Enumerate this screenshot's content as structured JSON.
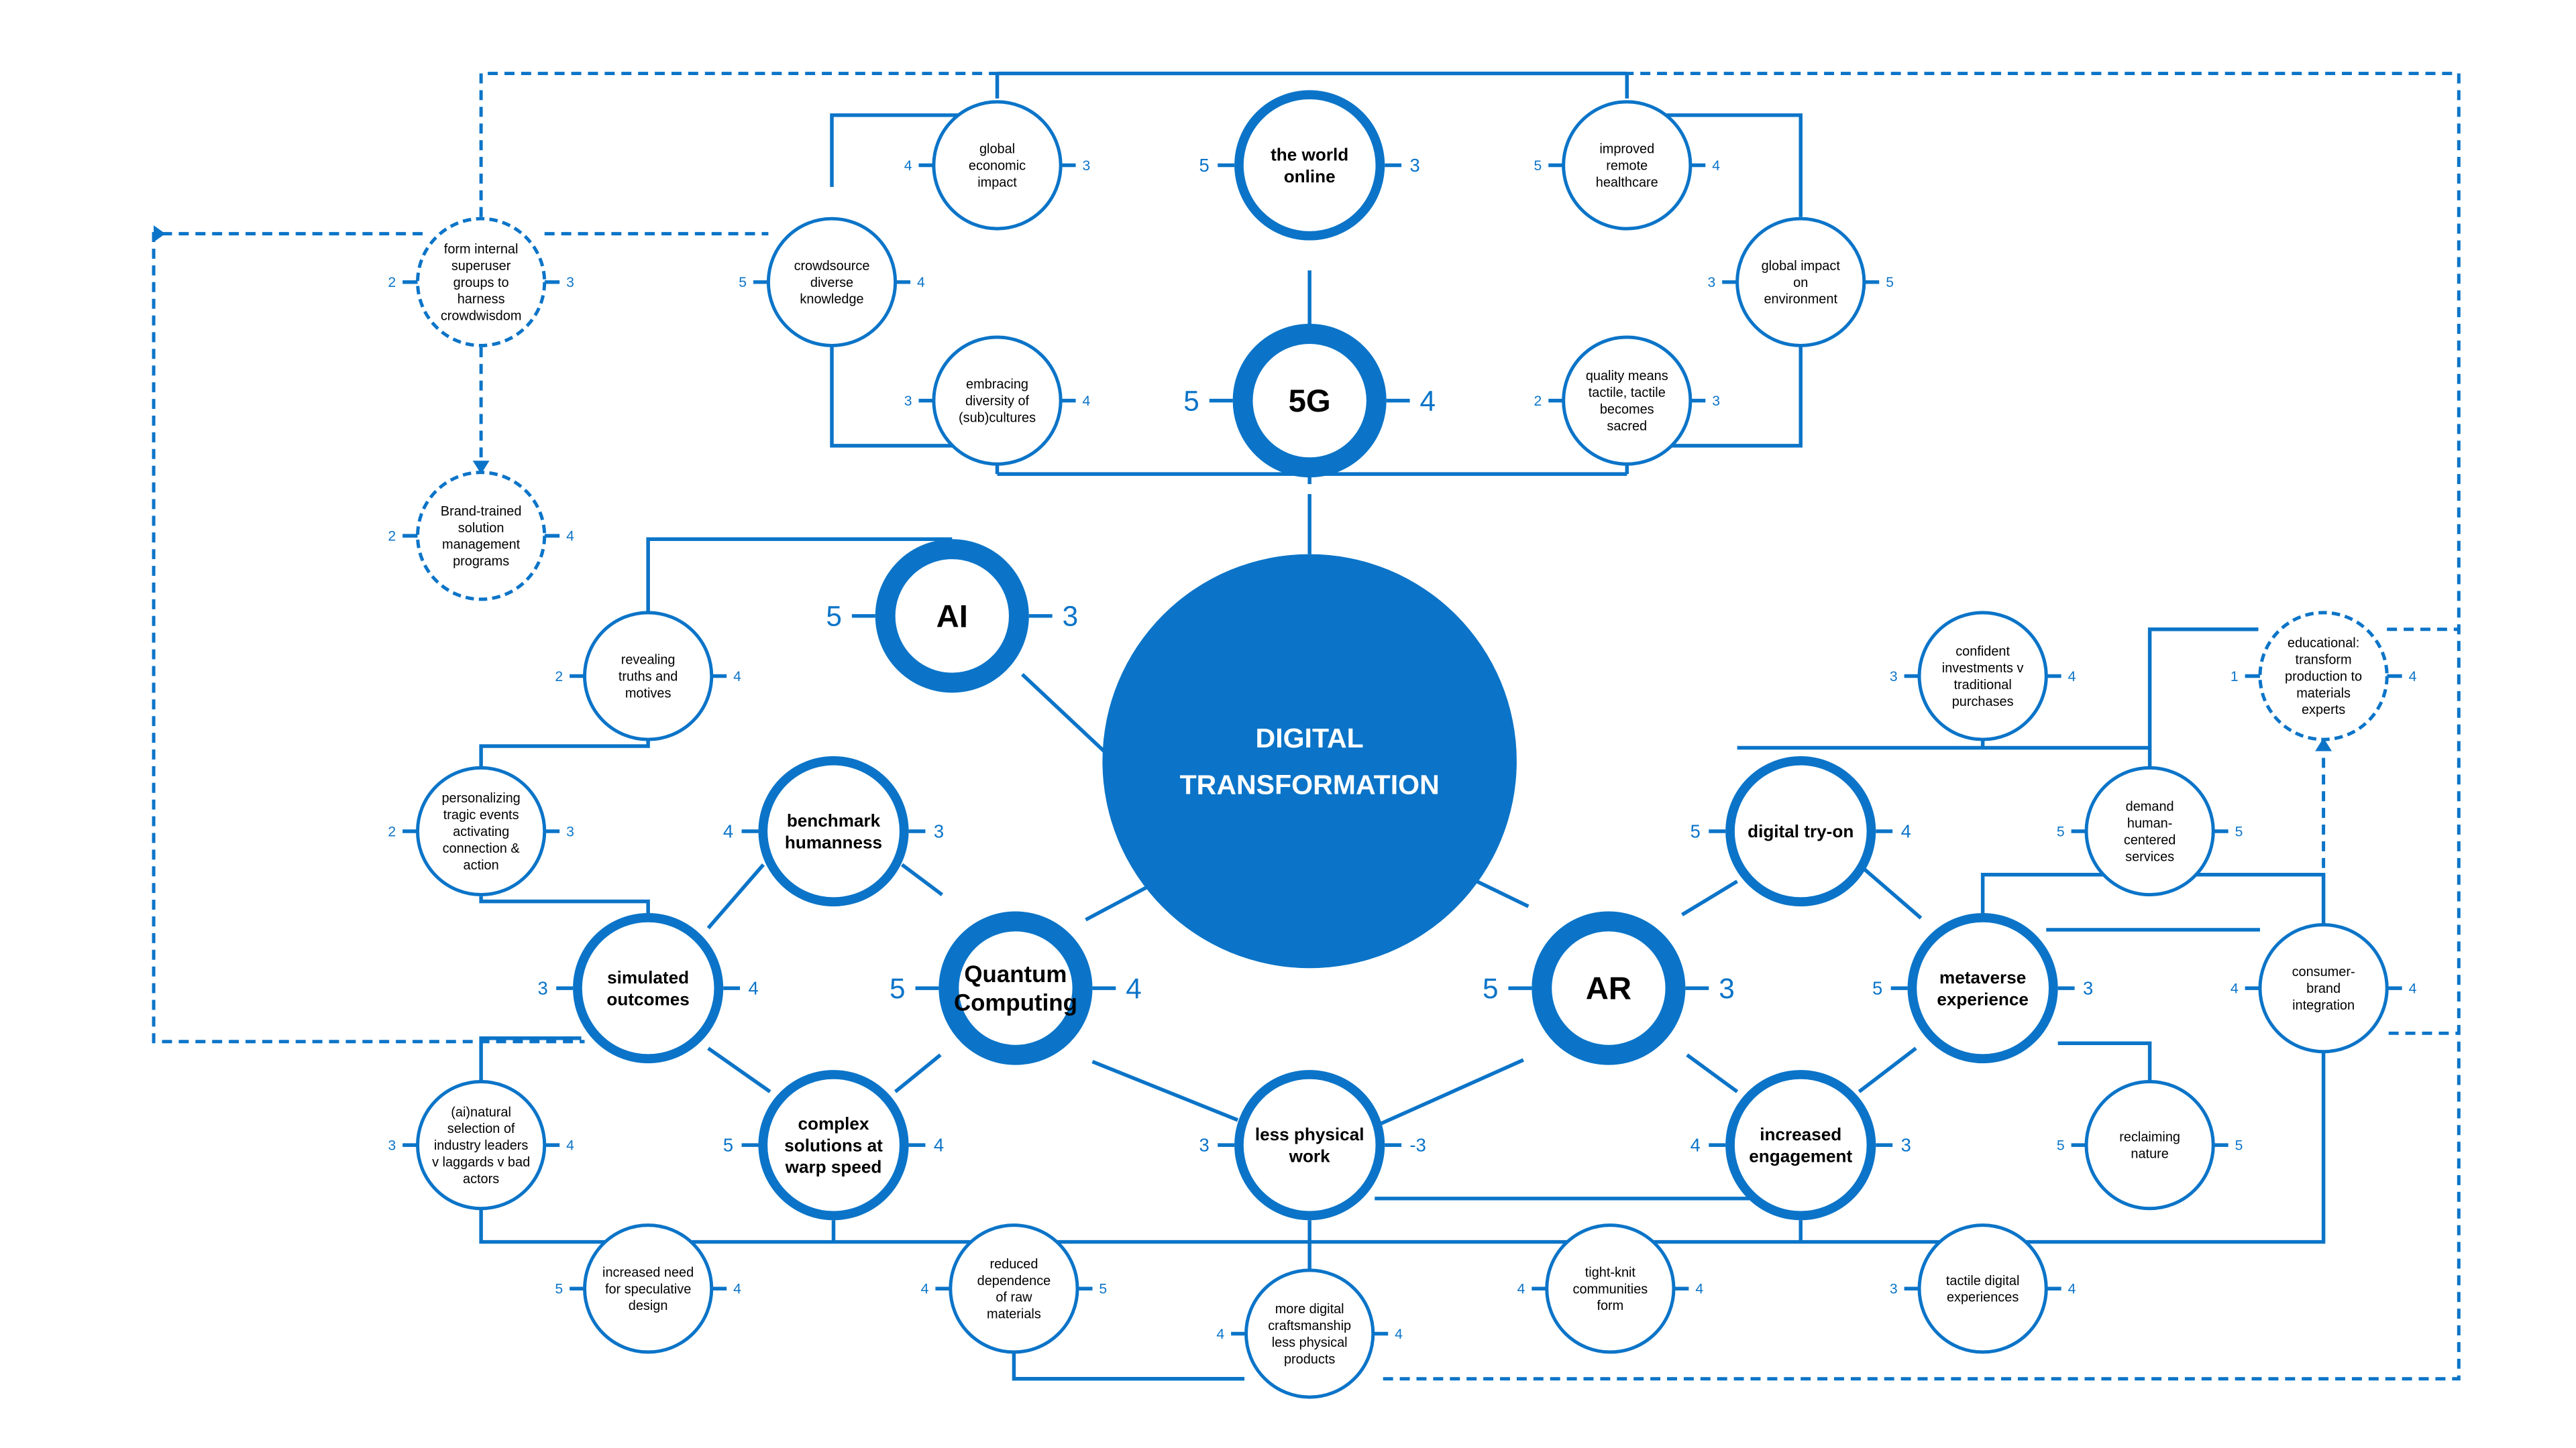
{
  "colors": {
    "primary": "#0b74c8",
    "background": "#ffffff",
    "center_text": "#ffffff",
    "node_text": "#000000",
    "score_text": "#0b74c8"
  },
  "center": {
    "line1": "DIGITAL",
    "line2": "TRANSFORMATION"
  },
  "hubs": [
    {
      "id": "g5",
      "label": [
        "5G"
      ],
      "left": "5",
      "right": "4"
    },
    {
      "id": "ai",
      "label": [
        "AI"
      ],
      "left": "5",
      "right": "3"
    },
    {
      "id": "qc",
      "label": [
        "Quantum",
        "Computing"
      ],
      "left": "5",
      "right": "4"
    },
    {
      "id": "ar",
      "label": [
        "AR"
      ],
      "left": "5",
      "right": "3"
    }
  ],
  "bold_nodes": [
    {
      "id": "world",
      "label": [
        "the world",
        "online"
      ],
      "left": "5",
      "right": "3"
    },
    {
      "id": "bench",
      "label": [
        "benchmark",
        "humanness"
      ],
      "left": "4",
      "right": "3"
    },
    {
      "id": "sim",
      "label": [
        "simulated",
        "outcomes"
      ],
      "left": "3",
      "right": "4"
    },
    {
      "id": "complex",
      "label": [
        "complex",
        "solutions at",
        "warp speed"
      ],
      "left": "5",
      "right": "4"
    },
    {
      "id": "lesswork",
      "label": [
        "less physical",
        "work"
      ],
      "left": "3",
      "right": "-3"
    },
    {
      "id": "tryon",
      "label": [
        "digital try-on"
      ],
      "left": "5",
      "right": "4"
    },
    {
      "id": "meta",
      "label": [
        "metaverse",
        "experience"
      ],
      "left": "5",
      "right": "3"
    },
    {
      "id": "engage",
      "label": [
        "increased",
        "engagement"
      ],
      "left": "4",
      "right": "3"
    }
  ],
  "small_nodes": [
    {
      "id": "gei",
      "label": [
        "global",
        "economic",
        "impact"
      ],
      "left": "4",
      "right": "3"
    },
    {
      "id": "irh",
      "label": [
        "improved",
        "remote",
        "healthcare"
      ],
      "left": "5",
      "right": "4"
    },
    {
      "id": "cdk",
      "label": [
        "crowdsource",
        "diverse",
        "knowledge"
      ],
      "left": "5",
      "right": "4"
    },
    {
      "id": "gie",
      "label": [
        "global impact",
        "on",
        "environment"
      ],
      "left": "3",
      "right": "5"
    },
    {
      "id": "eds",
      "label": [
        "embracing",
        "diversity of",
        "(sub)cultures"
      ],
      "left": "3",
      "right": "4"
    },
    {
      "id": "qmt",
      "label": [
        "quality means",
        "tactile, tactile",
        "becomes",
        "sacred"
      ],
      "left": "2",
      "right": "3"
    },
    {
      "id": "rtm",
      "label": [
        "revealing",
        "truths and",
        "motives"
      ],
      "left": "2",
      "right": "4"
    },
    {
      "id": "pte",
      "label": [
        "personalizing",
        "tragic events",
        "activating",
        "connection &",
        "action"
      ],
      "left": "2",
      "right": "3"
    },
    {
      "id": "ans",
      "label": [
        "(ai)natural",
        "selection of",
        "industry leaders",
        "v laggards v bad",
        "actors"
      ],
      "left": "3",
      "right": "4"
    },
    {
      "id": "isd",
      "label": [
        "increased need",
        "for speculative",
        "design"
      ],
      "left": "5",
      "right": "4"
    },
    {
      "id": "rdr",
      "label": [
        "reduced",
        "dependence",
        "of raw",
        "materials"
      ],
      "left": "4",
      "right": "5"
    },
    {
      "id": "mdc",
      "label": [
        "more digital",
        "craftsmanship",
        "less physical",
        "products"
      ],
      "left": "4",
      "right": "4"
    },
    {
      "id": "tkc",
      "label": [
        "tight-knit",
        "communities",
        "form"
      ],
      "left": "4",
      "right": "4"
    },
    {
      "id": "tde",
      "label": [
        "tactile digital",
        "experiences"
      ],
      "left": "3",
      "right": "4"
    },
    {
      "id": "civ",
      "label": [
        "confident",
        "investments v",
        "traditional",
        "purchases"
      ],
      "left": "3",
      "right": "4"
    },
    {
      "id": "dhc",
      "label": [
        "demand",
        "human-",
        "centered",
        "services"
      ],
      "left": "5",
      "right": "5"
    },
    {
      "id": "cbi",
      "label": [
        "consumer-",
        "brand",
        "integration"
      ],
      "left": "4",
      "right": "4"
    },
    {
      "id": "rn",
      "label": [
        "reclaiming",
        "nature"
      ],
      "left": "5",
      "right": "5"
    }
  ],
  "dashed_nodes": [
    {
      "id": "fig",
      "label": [
        "form internal",
        "superuser",
        "groups to",
        "harness",
        "crowdwisdom"
      ],
      "left": "2",
      "right": "3"
    },
    {
      "id": "bts",
      "label": [
        "Brand-trained",
        "solution",
        "management",
        "programs"
      ],
      "left": "2",
      "right": "4"
    },
    {
      "id": "edu",
      "label": [
        "educational:",
        "transform",
        "production to",
        "materials",
        "experts"
      ],
      "left": "1",
      "right": "4"
    }
  ]
}
